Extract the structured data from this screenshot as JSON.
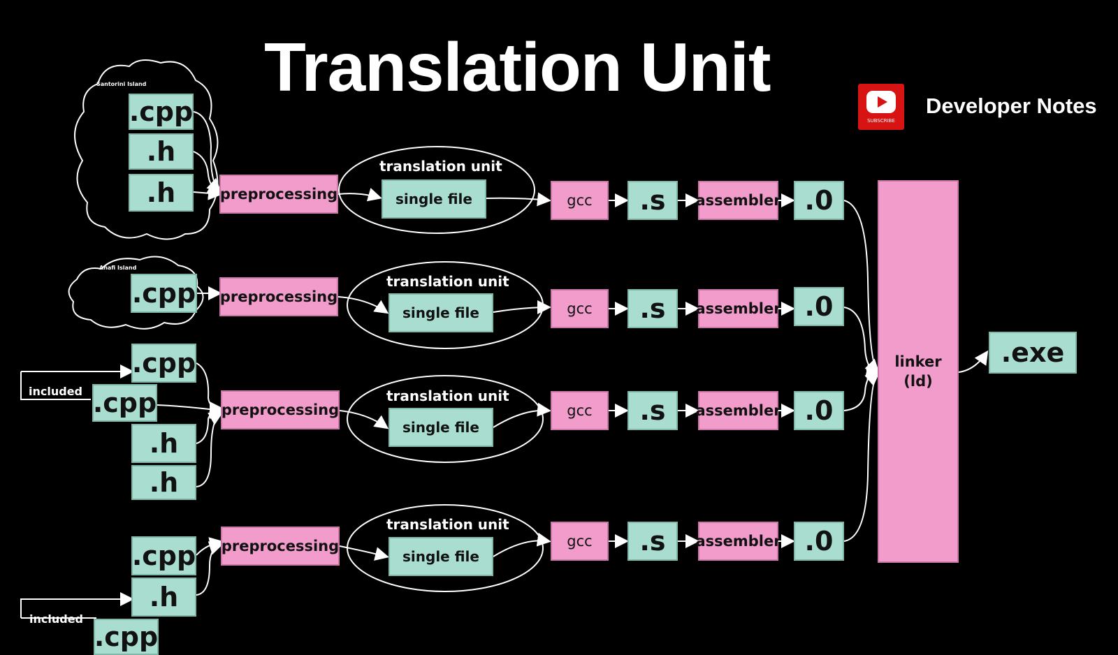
{
  "header": {
    "title": "Translation Unit",
    "channel": "Developer Notes",
    "subscribe": "SUBSCRIBE"
  },
  "clouds": {
    "santorini": "Santorini Island",
    "anafi": "Anafi Island"
  },
  "labels": {
    "cpp": ".cpp",
    "h": ".h",
    "included": "included",
    "preprocessing": "preprocessing",
    "translation_unit": "translation unit",
    "single_file": "single file",
    "gcc": "gcc",
    "s": ".s",
    "assembler": "assembler",
    "o": ".0",
    "linker": "linker",
    "ld": "(ld)",
    "exe": ".exe"
  }
}
